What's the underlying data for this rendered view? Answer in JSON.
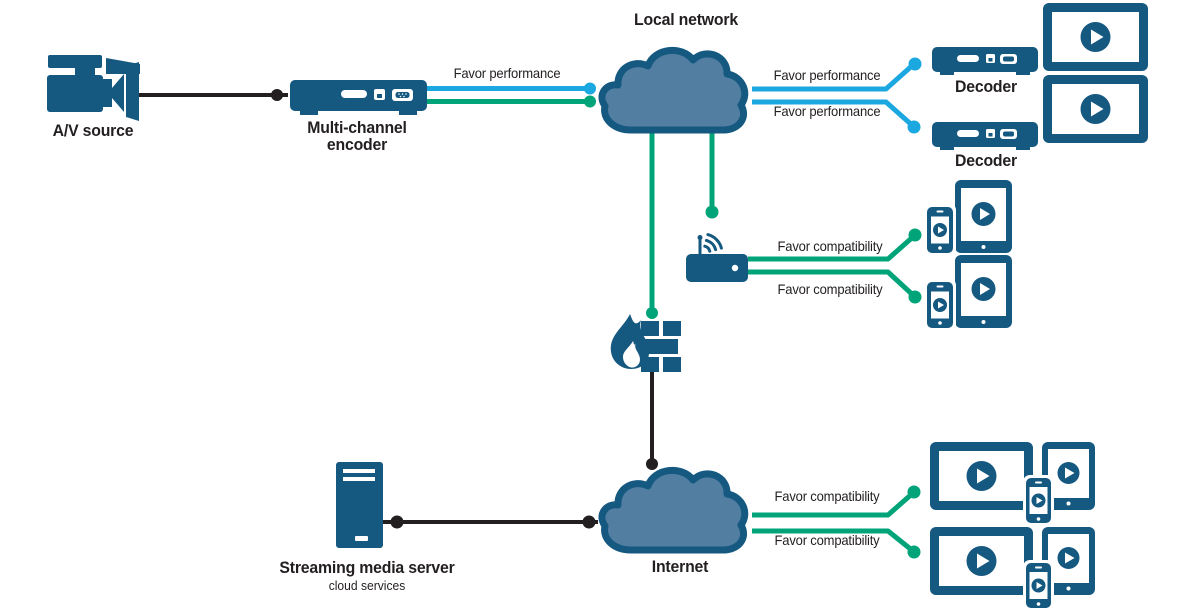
{
  "colors": {
    "dark_blue": "#155880",
    "cloud_fill": "#527ea2",
    "line_blue_performance": "#1ba7e0",
    "line_green_compatibility": "#00a478",
    "line_black": "#231f20",
    "text": "#231f20"
  },
  "labels": {
    "local_network": "Local network",
    "av_source": "A/V source",
    "encoder_line1": "Multi-channel",
    "encoder_line2": "encoder",
    "decoder1": "Decoder",
    "decoder2": "Decoder",
    "internet": "Internet",
    "server": "Streaming media server",
    "server_sub": "cloud services"
  },
  "edge_labels": {
    "encoder_to_lan": "Favor performance",
    "lan_to_decoder1": "Favor performance",
    "lan_to_decoder2": "Favor performance",
    "router_to_device1": "Favor compatibility",
    "router_to_device2": "Favor compatibility",
    "internet_to_device1": "Favor compatibility",
    "internet_to_device2": "Favor compatibility"
  },
  "icons": {
    "av_source": "video-camera-icon",
    "encoder": "encoder-device-icon",
    "local_network": "cloud-icon",
    "decoder": "decoder-device-icon",
    "display": "monitor-play-icon",
    "router": "wireless-router-icon",
    "tablet": "tablet-play-icon",
    "phone": "smartphone-play-icon",
    "firewall": "firewall-icon",
    "internet": "cloud-icon",
    "server": "server-tower-icon"
  }
}
